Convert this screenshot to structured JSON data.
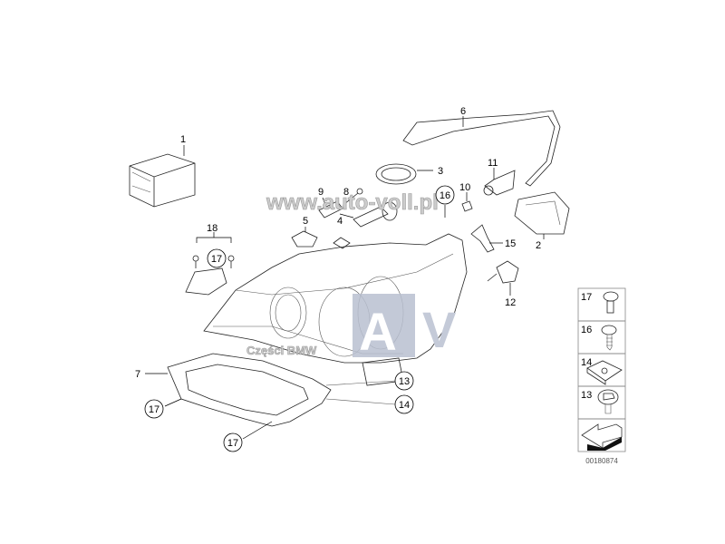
{
  "diagram": {
    "callouts": [
      {
        "number": "1"
      },
      {
        "number": "2"
      },
      {
        "number": "3"
      },
      {
        "number": "4"
      },
      {
        "number": "5"
      },
      {
        "number": "6"
      },
      {
        "number": "7"
      },
      {
        "number": "8"
      },
      {
        "number": "9"
      },
      {
        "number": "10"
      },
      {
        "number": "11"
      },
      {
        "number": "12"
      },
      {
        "number": "15"
      },
      {
        "number": "18"
      }
    ],
    "circled_callouts": [
      {
        "number": "16"
      },
      {
        "number": "17"
      },
      {
        "number": "17"
      },
      {
        "number": "17"
      },
      {
        "number": "13"
      },
      {
        "number": "14"
      }
    ],
    "legend": [
      {
        "number": "17",
        "icon": "screw-icon"
      },
      {
        "number": "16",
        "icon": "self-tapping-screw-icon"
      },
      {
        "number": "14",
        "icon": "clip-nut-icon"
      },
      {
        "number": "13",
        "icon": "collar-screw-icon"
      },
      {
        "number": "",
        "icon": "direction-arrow-icon"
      }
    ],
    "drawing_number": "00180874"
  },
  "watermark": {
    "url_text": "www.auto-voll.pl",
    "brand_text": "Części BMW",
    "logo_letters": "AV",
    "logo_color": "#b8bfd0"
  }
}
